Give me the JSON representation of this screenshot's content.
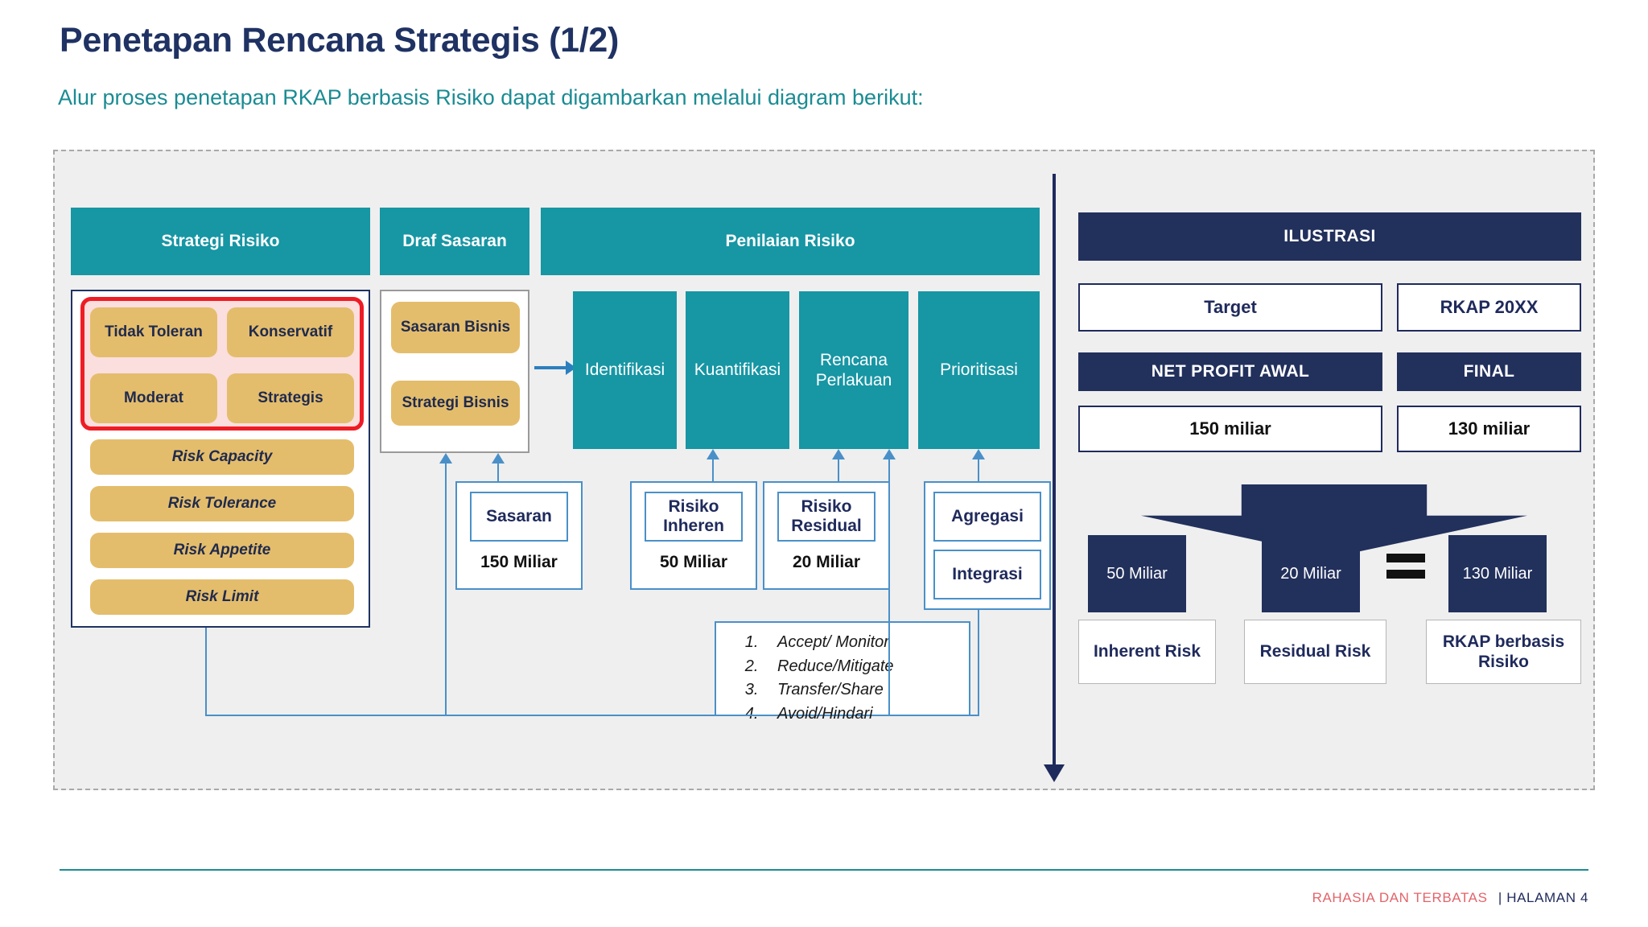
{
  "header": {
    "title": "Penetapan Rencana Strategis (1/2)",
    "subtitle": "Alur proses penetapan RKAP berbasis Risiko dapat digambarkan melalui diagram berikut:"
  },
  "bands": {
    "strategi_risiko": "Strategi Risiko",
    "draf_sasaran": "Draf Sasaran",
    "penilaian_risiko": "Penilaian Risiko"
  },
  "risk_strategy": {
    "appetite_options": [
      "Tidak Toleran",
      "Konservatif",
      "Moderat",
      "Strategis"
    ],
    "levels": [
      "Risk Capacity",
      "Risk Tolerance",
      "Risk Appetite",
      "Risk Limit"
    ]
  },
  "draft_targets": {
    "items": [
      "Sasaran Bisnis",
      "Strategi Bisnis"
    ]
  },
  "assessment": {
    "steps": [
      "Identifikasi",
      "Kuantifikasi",
      "Rencana Perlakuan",
      "Prioritisasi"
    ]
  },
  "metrics": [
    {
      "label": "Sasaran",
      "value": "150 Miliar"
    },
    {
      "label": "Risiko Inheren",
      "value": "50 Miliar"
    },
    {
      "label": "Risiko Residual",
      "value": "20 Miliar"
    }
  ],
  "aggregation": {
    "top": "Agregasi",
    "bottom": "Integrasi"
  },
  "treatment_options": [
    "Accept/ Monitor",
    "Reduce/Mitigate",
    "Transfer/Share",
    "Avoid/Hindari"
  ],
  "illustration": {
    "heading": "ILUSTRASI",
    "left_column": {
      "title": "Target",
      "subtitle": "NET PROFIT AWAL",
      "value": "150 miliar"
    },
    "right_column": {
      "title": "RKAP 20XX",
      "subtitle": "FINAL",
      "value": "130 miliar"
    },
    "breakdown": [
      {
        "amount": "50 Miliar",
        "label": "Inherent Risk"
      },
      {
        "amount": "20 Miliar",
        "label": "Residual Risk"
      },
      {
        "amount": "130 Miliar",
        "label": "RKAP berbasis Risiko"
      }
    ],
    "equals_symbol": "="
  },
  "footer": {
    "confidential": "RAHASIA DAN TERBATAS",
    "page": "| HALAMAN 4"
  },
  "colors": {
    "teal": "#1796a4",
    "navy": "#22305c",
    "tan": "#e4bd6c",
    "red": "#ee1c25",
    "blue": "#4a90c8"
  }
}
